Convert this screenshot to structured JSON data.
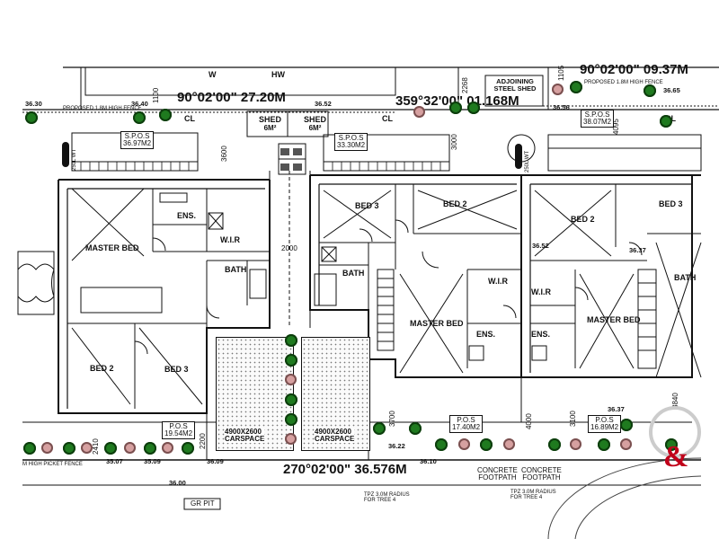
{
  "bearings": {
    "top_left": "90°02'00\" 27.20M",
    "top_middle": "359°32'00\" 01.168M",
    "top_right": "90°02'00\" 09.37M",
    "bottom": "270°02'00\" 36.576M"
  },
  "sheds": {
    "left": {
      "label": "SHED",
      "area": "6M²"
    },
    "right": {
      "label": "SHED",
      "area": "6M²"
    },
    "adjoining": "ADJOINING STEEL SHED"
  },
  "top_labels": {
    "w": "W",
    "hw": "HW",
    "cl": "CL",
    "proposed_fence": "PROPOSED 1.8M HIGH FENCE"
  },
  "spos": [
    {
      "title": "S.P.O.S",
      "area": "36.97M2"
    },
    {
      "title": "S.P.O.S",
      "area": "33.30M2"
    },
    {
      "title": "S.P.O.S",
      "area": "38.07M2"
    }
  ],
  "pos": [
    {
      "title": "P.O.S",
      "area": "19.54M2"
    },
    {
      "title": "P.O.S",
      "area": "17.40M2"
    },
    {
      "title": "P.O.S",
      "area": "16.89M2"
    }
  ],
  "rooms": {
    "master_bed_1": "MASTER BED",
    "ens_1": "ENS.",
    "wir_1": "W.I.R",
    "bath_1": "BATH",
    "bed2_1": "BED 2",
    "bed3_1": "BED 3",
    "bed3_2": "BED 3",
    "bath_2": "BATH",
    "bed2_2": "BED 2",
    "master_bed_2": "MASTER BED",
    "wir_2": "W.I.R",
    "ens_2": "ENS.",
    "bed2_3": "BED 2",
    "wir_3": "W.I.R",
    "ens_3": "ENS.",
    "master_bed_3": "MASTER BED",
    "bed3_3": "BED 3",
    "bath_3": "BATH"
  },
  "carspaces": [
    {
      "size": "4900X2600",
      "label": "CARSPACE"
    },
    {
      "size": "4900X2600",
      "label": "CARSPACE"
    }
  ],
  "levels": [
    "36.30",
    "36.40",
    "36.52",
    "36.56",
    "36.65",
    "36.52",
    "36.37",
    "36.22",
    "36.10",
    "36.37",
    "35.07",
    "35.09",
    "36.09",
    "36.00"
  ],
  "dimensions": {
    "d1100": "1100",
    "d2268": "2268",
    "d1105": "1105",
    "d3600": "3600",
    "d3000": "3000",
    "d4095": "4095",
    "d2000": "2000",
    "d3700": "3700",
    "d4000": "4000",
    "d3100": "3100",
    "d3840": "3840",
    "d2410": "2410",
    "d2200": "2200"
  },
  "footpath": [
    "CONCRETE",
    "FOOTPATH",
    "CONCRETE",
    "FOOTPATH"
  ],
  "tree_notes": [
    "TPZ 3.0M RADIUS",
    "FOR TREE 4",
    "TPZ 3.0M RADIUS",
    "FOR TREE 4"
  ],
  "gr_pit": "GR PIT",
  "picket_fence": "M HIGH PICKET FENCE",
  "fifty_wt": "250L WT"
}
